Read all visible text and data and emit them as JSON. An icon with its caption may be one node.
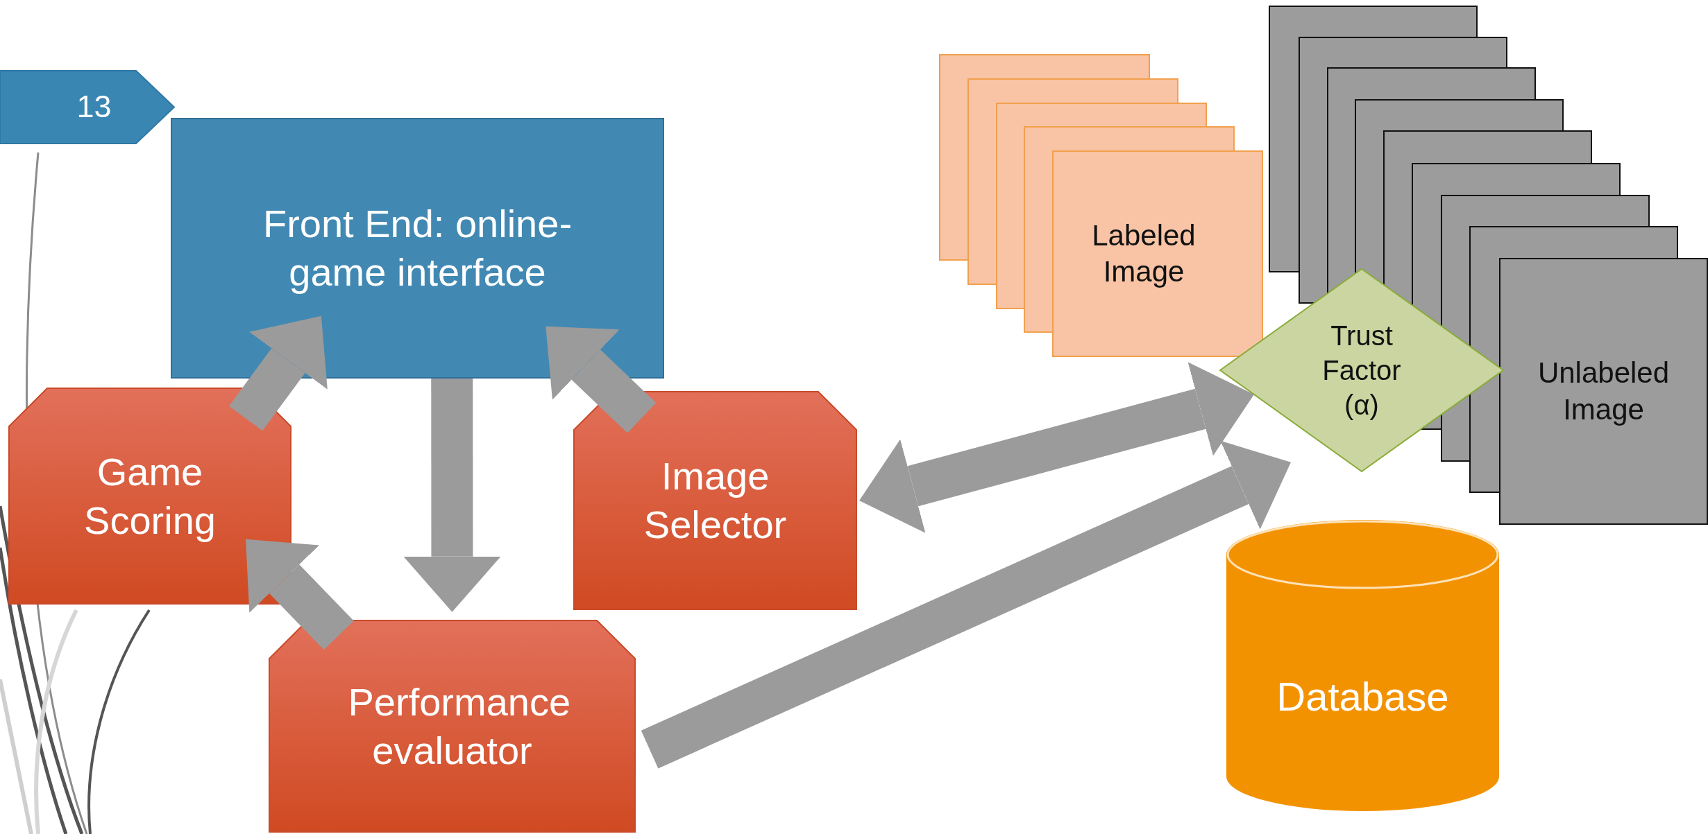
{
  "diagram": {
    "nodes": [
      {
        "text": [
          "13"
        ]
      },
      {
        "text": [
          "Front End: online-game interface"
        ]
      },
      {
        "text": [],
        "shape": "box"
      },
      {
        "text": [],
        "shape": "box"
      },
      {
        "text": [],
        "shape": "box"
      },
      {
        "text": [],
        "shape": "box"
      },
      {
        "text": [
          "Labeled Image"
        ]
      },
      {
        "text": [],
        "shape": "box"
      },
      {
        "text": [],
        "shape": "box"
      },
      {
        "text": [],
        "shape": "box"
      },
      {
        "text": [],
        "shape": "box"
      },
      {
        "text": [],
        "shape": "box"
      },
      {
        "text": [],
        "shape": "box"
      },
      {
        "text": [],
        "shape": "box"
      },
      {
        "text": [],
        "shape": "box"
      },
      {
        "text": [
          "Trust Factor (α)"
        ]
      },
      {
        "text": [
          "Unlabeled Image"
        ]
      },
      {
        "text": [
          "Game Scoring"
        ]
      },
      {
        "text": [
          "Image Selector"
        ]
      },
      {
        "text": [
          "Database"
        ]
      },
      {
        "text": [
          "Performance evaluator"
        ]
      }
    ],
    "edges": [
      {
        "from": 17,
        "to": 1,
        "arrow": "to"
      },
      {
        "from": 18,
        "to": 1,
        "arrow": "to"
      },
      {
        "from": 1,
        "to": 20,
        "arrow": "to"
      },
      {
        "from": 20,
        "to": 17,
        "arrow": "to"
      },
      {
        "from": 18,
        "to": 15,
        "arrow": "both"
      },
      {
        "from": 20,
        "to": 15,
        "arrow": "to"
      }
    ]
  }
}
